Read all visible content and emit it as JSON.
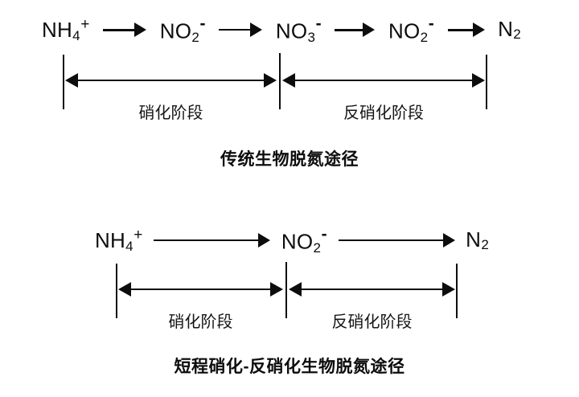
{
  "figure": {
    "background_color": "#ffffff",
    "ink_color": "#0d0d0d"
  },
  "diagrams": [
    {
      "id": "conventional",
      "caption": "传统生物脱氮途径",
      "pathway": [
        {
          "formula": "NH",
          "sub": "4",
          "sup": "+",
          "sup_type": "plus"
        },
        {
          "formula": "NO",
          "sub": "2",
          "sup": "-",
          "sup_type": "minus"
        },
        {
          "formula": "NO",
          "sub": "3",
          "sup": "-",
          "sup_type": "minus"
        },
        {
          "formula": "NO",
          "sub": "2",
          "sup": "-",
          "sup_type": "minus"
        },
        {
          "formula": "N",
          "sub": "2",
          "sup": "",
          "sup_type": "none"
        }
      ],
      "stages": [
        {
          "label": "硝化阶段"
        },
        {
          "label": "反硝化阶段"
        }
      ]
    },
    {
      "id": "shortcut",
      "caption": "短程硝化-反硝化生物脱氮途径",
      "pathway": [
        {
          "formula": "NH",
          "sub": "4",
          "sup": "+",
          "sup_type": "plus"
        },
        {
          "formula": "NO",
          "sub": "2",
          "sup": "-",
          "sup_type": "minus"
        },
        {
          "formula": "N",
          "sub": "2",
          "sup": "",
          "sup_type": "none"
        }
      ],
      "stages": [
        {
          "label": "硝化阶段"
        },
        {
          "label": "反硝化阶段"
        }
      ]
    }
  ]
}
